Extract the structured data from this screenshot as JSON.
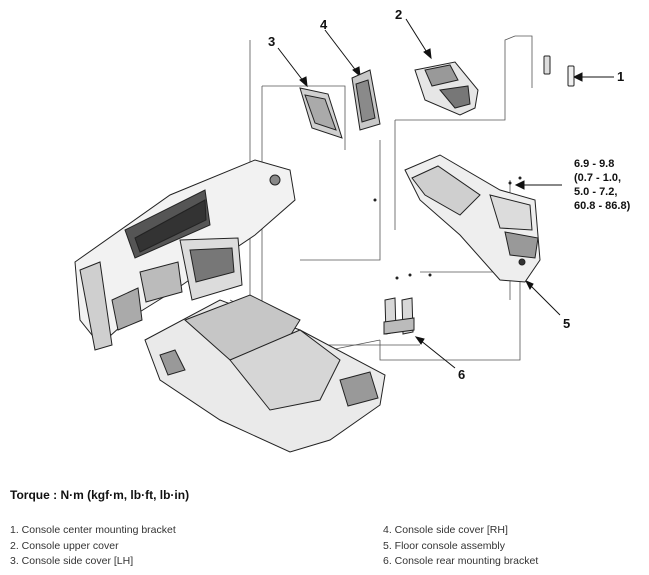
{
  "callouts": {
    "c1": "1",
    "c2": "2",
    "c3": "3",
    "c4": "4",
    "c5": "5",
    "c6": "6"
  },
  "torque_spec": {
    "line1": "6.9 - 9.8",
    "line2": "(0.7 - 1.0,",
    "line3": "5.0 - 7.2,",
    "line4": "60.8 - 86.8)"
  },
  "torque_heading": "Torque : N·m (kgf·m, lb·ft, lb·in)",
  "legend": [
    "1. Console center mounting bracket",
    "2. Console upper cover",
    "3. Console side cover [LH]",
    "4. Console side cover [RH]",
    "5. Floor console assembly",
    "6. Console rear mounting bracket"
  ]
}
